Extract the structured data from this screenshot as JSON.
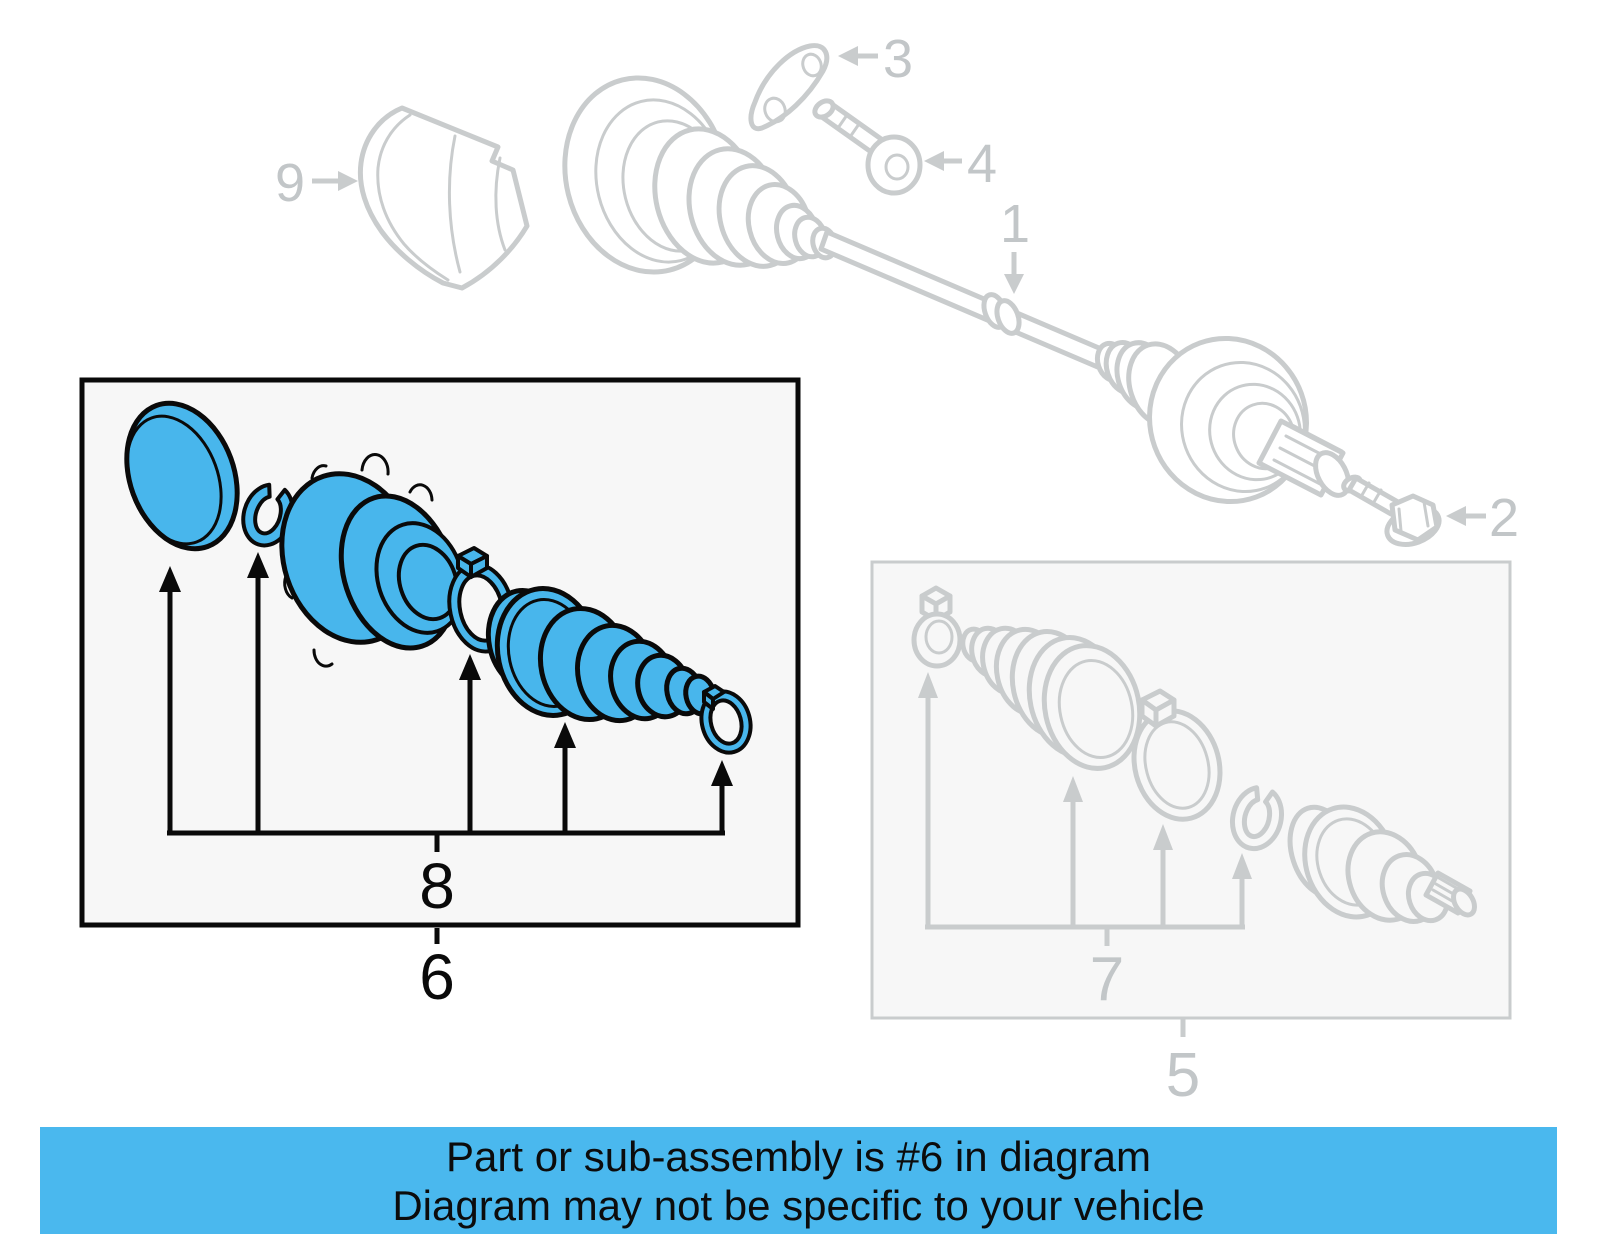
{
  "banner": {
    "line1": "Part or sub-assembly is #6 in diagram",
    "line2": "Diagram may not be specific to your vehicle"
  },
  "callouts": {
    "axle_shaft": "1",
    "outer_joint_bolt": "2",
    "mount_bracket": "3",
    "hub_bolt": "4",
    "outer_boot_kit": "5",
    "hub_kit": "6",
    "boot_kit_group": "7",
    "hub_kit_group": "8",
    "heat_shield": "9"
  },
  "colors": {
    "highlight_blue": "#48b6ec",
    "banner_blue": "#4ab8ee",
    "diagram_line_gray": "#c9cccd",
    "callout_label_gray": "#c2c6c8",
    "outline_black": "#0a0a0a",
    "box_fill": "#f7f7f7"
  }
}
